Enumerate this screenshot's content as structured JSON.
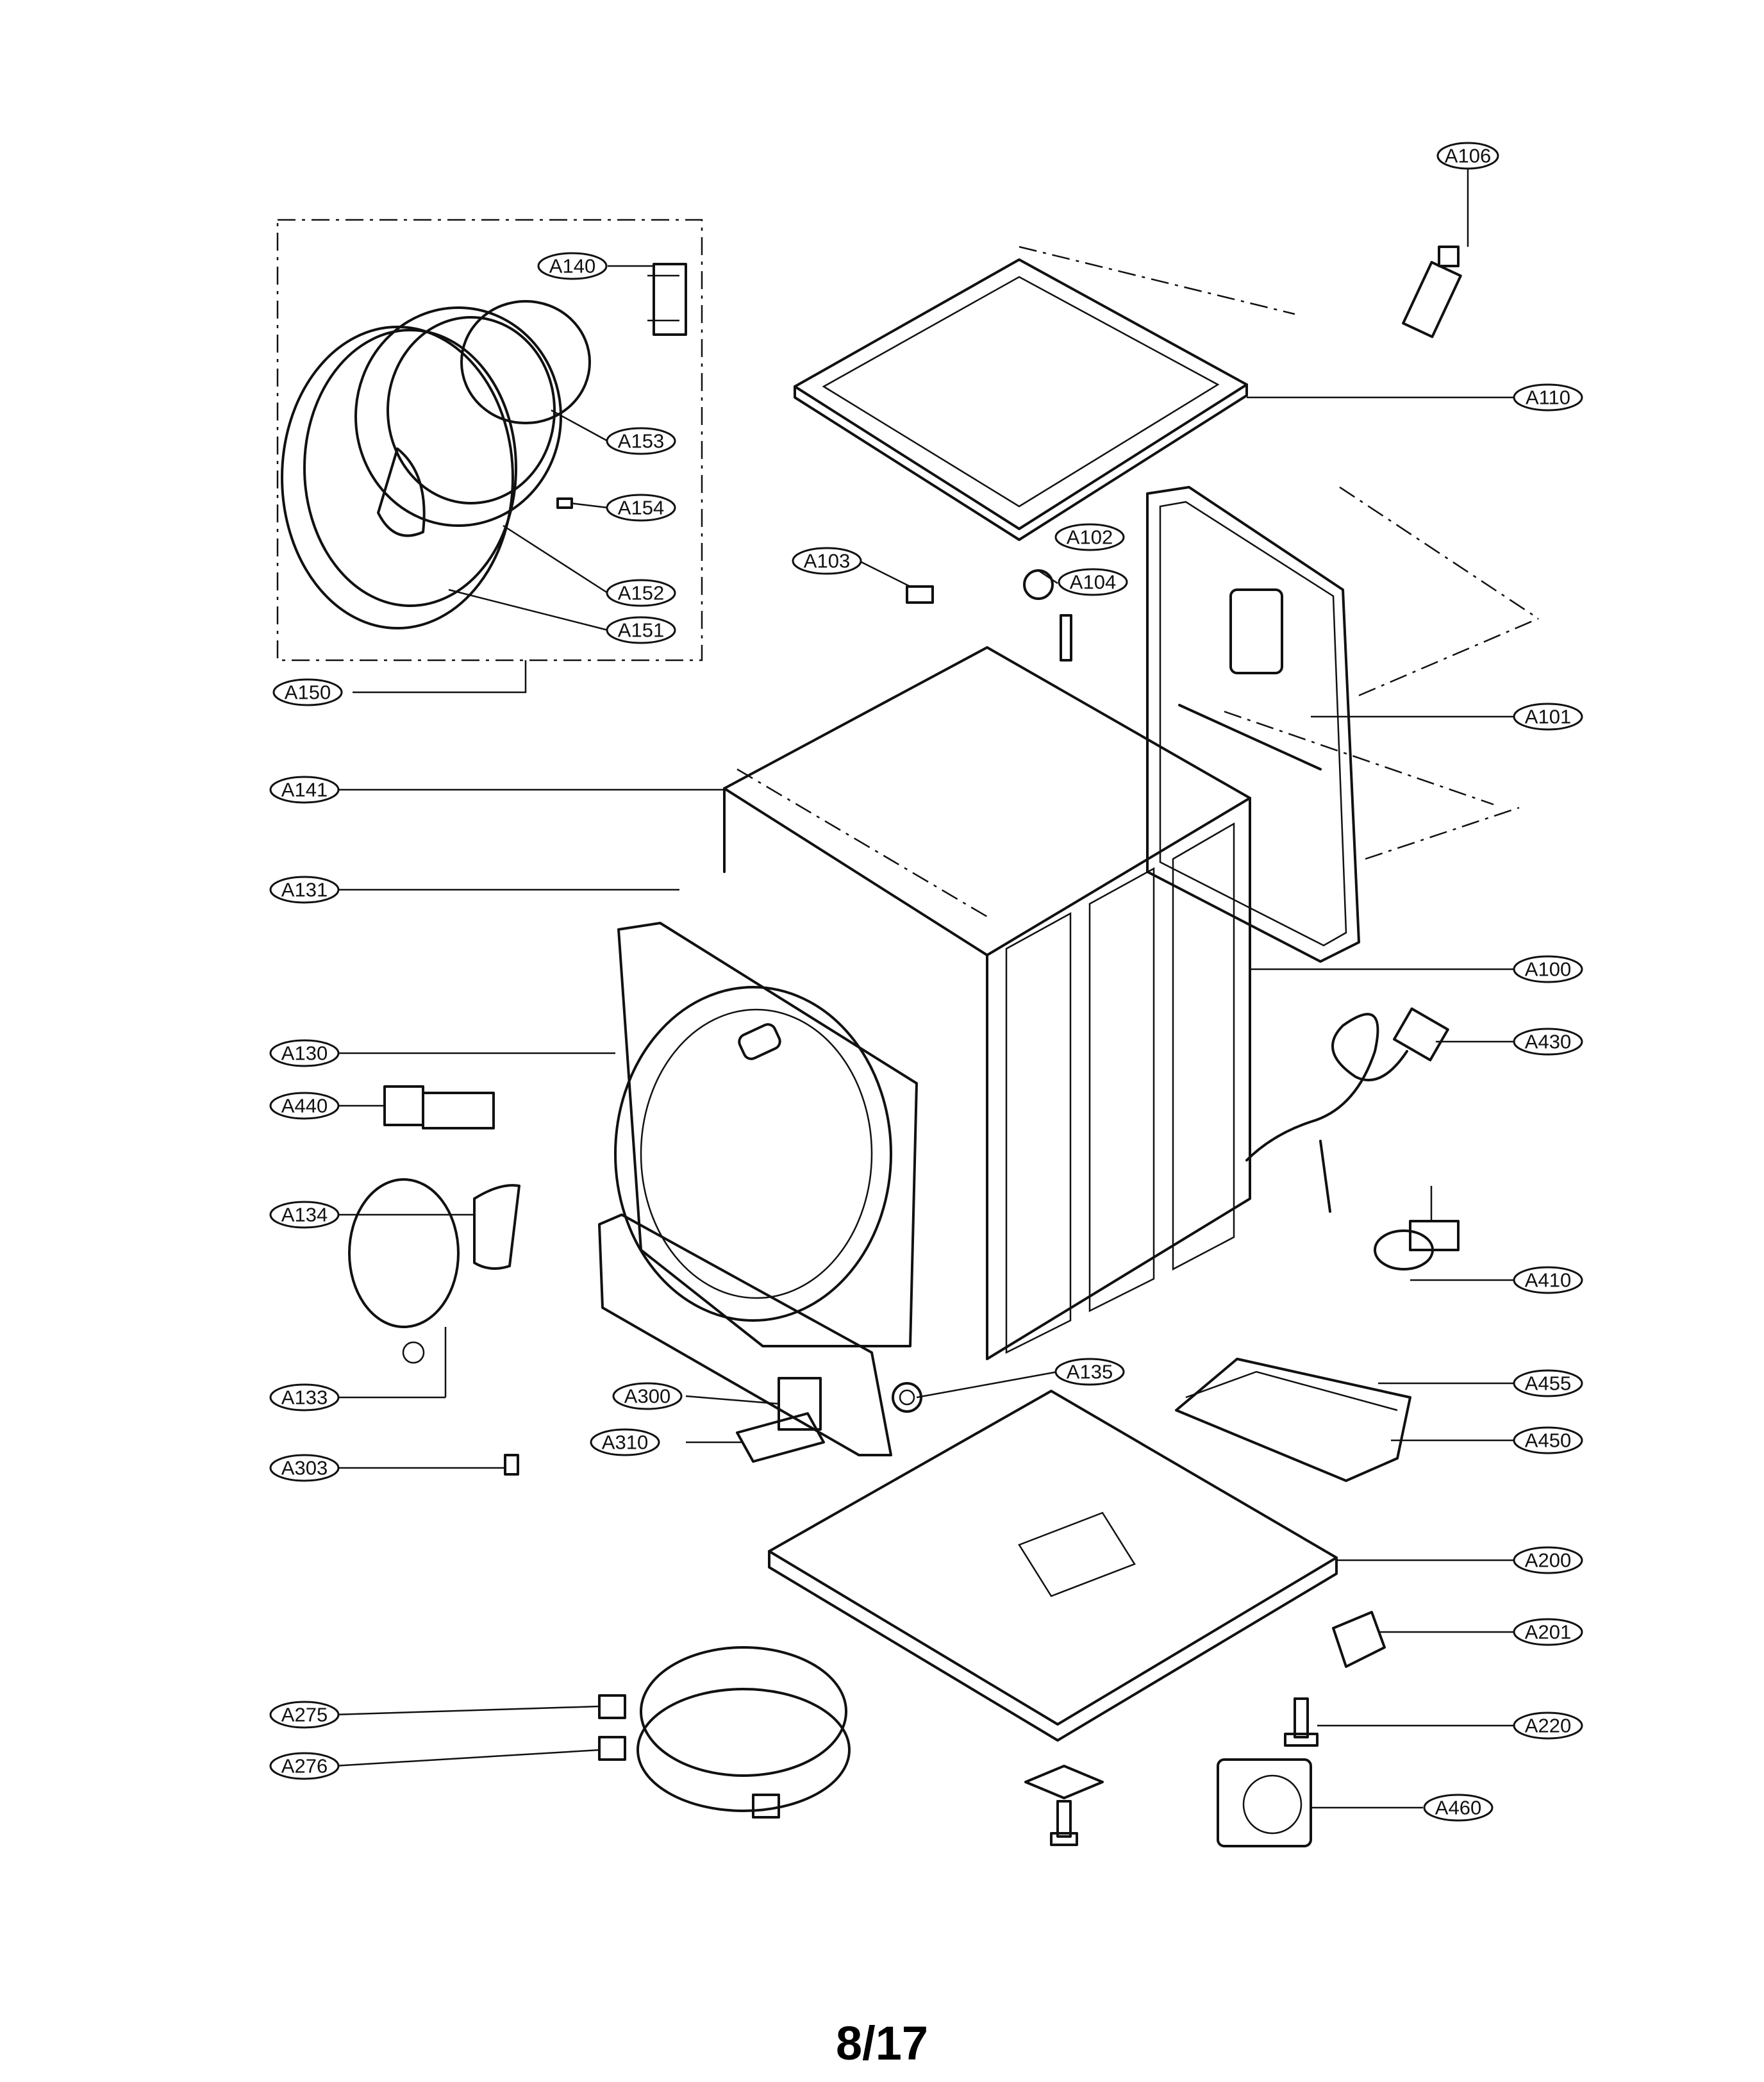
{
  "page_number": "8/17",
  "callouts": [
    "A106",
    "A140",
    "A110",
    "A153",
    "A154",
    "A152",
    "A151",
    "A150",
    "A103",
    "A102",
    "A104",
    "A101",
    "A141",
    "A131",
    "A100",
    "A130",
    "A430",
    "A440",
    "A134",
    "A410",
    "A133",
    "A135",
    "A455",
    "A300",
    "A310",
    "A450",
    "A303",
    "A200",
    "A201",
    "A275",
    "A220",
    "A276",
    "A460"
  ]
}
